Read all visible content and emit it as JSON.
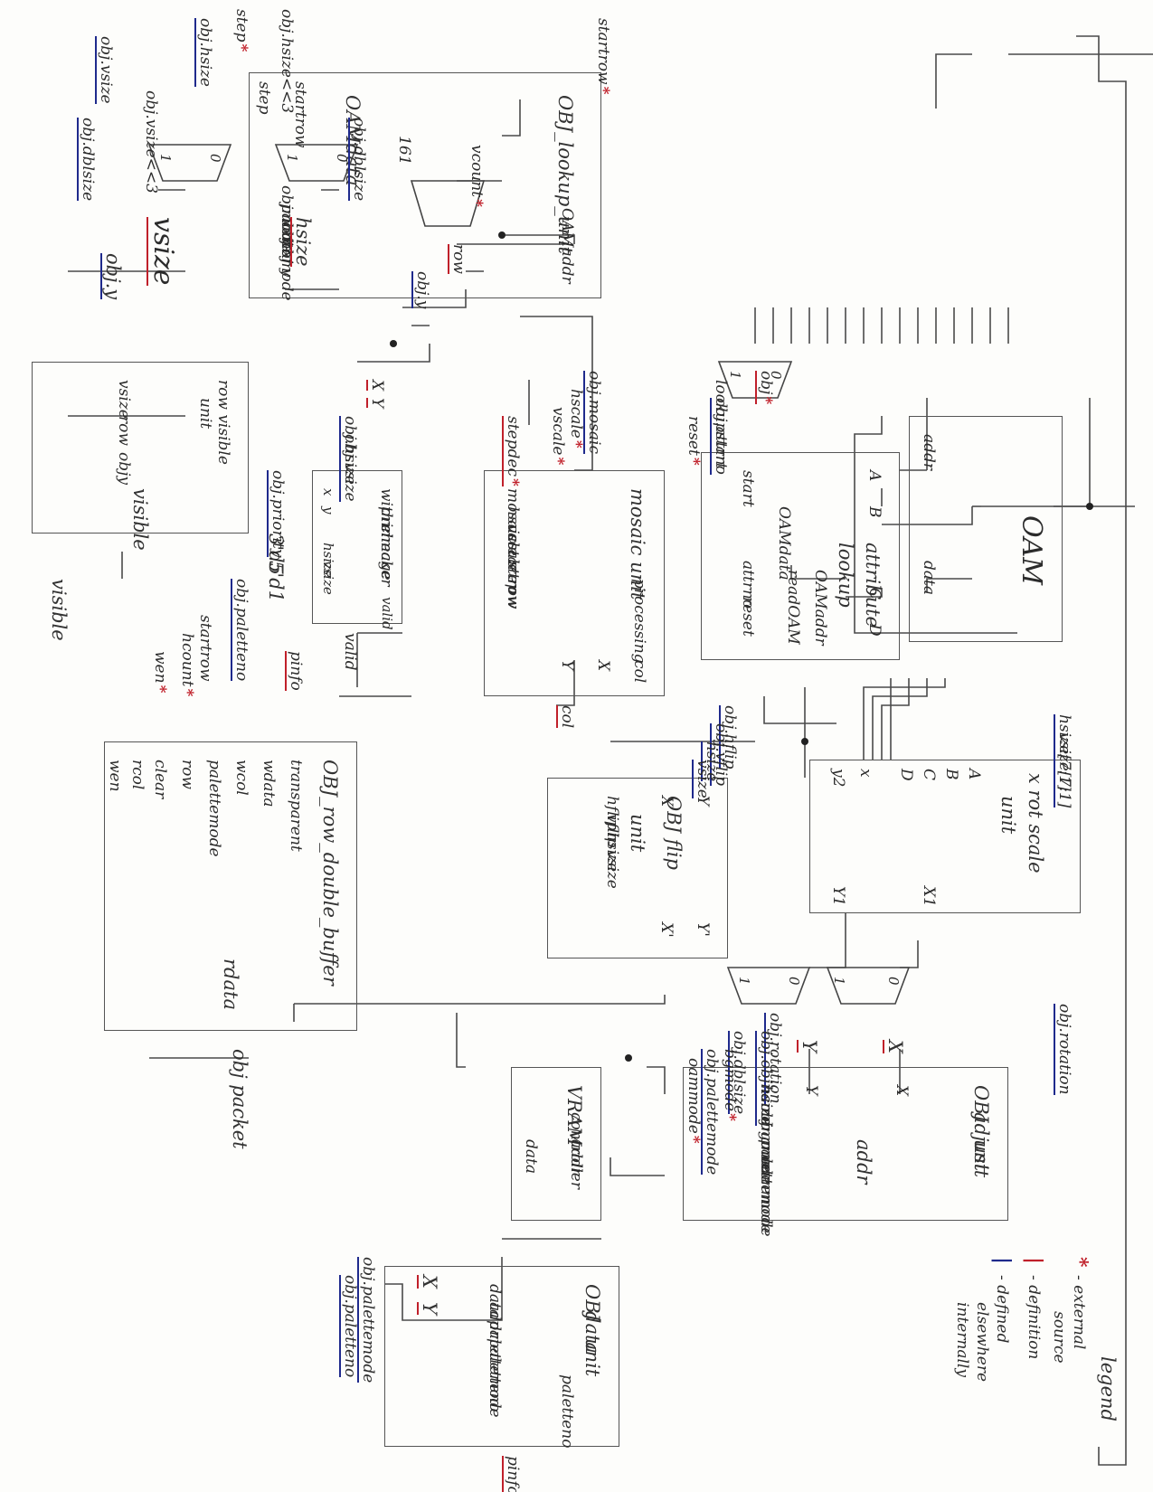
{
  "blocks": {
    "lookup": {
      "title": "OBJ_lookup_unit",
      "ports_left": [
        "startrow",
        "step"
      ],
      "ports_right": [
        "OAMdata",
        "OAMaddr"
      ],
      "outputs": [
        "objmode",
        "palettemode",
        "obj x",
        "obj y",
        "hsize",
        "vsize",
        "mosaic",
        "rotation",
        "dblsize",
        "hflip",
        "vflip",
        "attrno",
        "paletteno",
        "priority",
        "objnum"
      ]
    },
    "oam": {
      "title": "OAM",
      "ports": [
        "addr",
        "data"
      ]
    },
    "attr": {
      "title": "attribute",
      "title2": "lookup",
      "title3": "unit",
      "ports_left": [
        "start",
        "attrno",
        "reset"
      ],
      "ports_right": [
        "OAMdata",
        "OAMaddr",
        "readOAM"
      ],
      "outputs": [
        "A",
        "B",
        "C",
        "D"
      ]
    },
    "mosaic": {
      "title": "mosaic unit",
      "title2": "processing",
      "ports_left": [
        "mosaic",
        "hscale",
        "vscale",
        "startrow",
        "step",
        "row"
      ],
      "outputs": [
        "col",
        "X",
        "Y"
      ]
    },
    "within": {
      "title": "within",
      "title2": "preimage",
      "title3": "checker",
      "ports": [
        "x",
        "y",
        "hsize",
        "vsize"
      ],
      "out": "valid"
    },
    "rowvis": {
      "title": "row visible",
      "title2": "unit",
      "ports": [
        "vsize",
        "row",
        "objy"
      ],
      "out": "visible"
    },
    "xrot": {
      "title": "x rot scale",
      "title2": "unit",
      "ports": [
        "A",
        "B",
        "C",
        "D",
        "x",
        "y2"
      ],
      "outputs": [
        "X1",
        "Y1"
      ]
    },
    "flip": {
      "title": "OBJ flip",
      "title2": "unit",
      "ports": [
        "hflip",
        "vflip",
        "hsize",
        "vsize"
      ],
      "inputs": [
        "Y",
        "X"
      ],
      "outputs": [
        "Y'",
        "X'"
      ]
    },
    "buffer": {
      "title": "OBJ_row_double_buffer",
      "ports": [
        "transparent",
        "wdata",
        "wcol",
        "palettemode",
        "row",
        "clear",
        "rcol",
        "wen"
      ],
      "out": "rdata"
    },
    "adjust": {
      "title": "OBJ",
      "title2": "adjust",
      "title3": "unit",
      "ports": [
        "X",
        "Y",
        "hsize",
        "objname",
        "bgmode",
        "palettemode",
        "oammode"
      ],
      "out": "addr"
    },
    "vram": {
      "title": "VRAM",
      "title2": "controller",
      "ports": [
        "addr",
        "data"
      ]
    },
    "data": {
      "title": "OBJ",
      "title2": "data",
      "title3": "unit",
      "ports": [
        "data",
        "addr",
        "palettemode",
        "paletteno"
      ],
      "out": "paletteno"
    }
  },
  "signals": {
    "startrow_ext": "startrow",
    "step_ext": "step",
    "vcount": "vcount",
    "const161": "161",
    "row": "row",
    "obj_y": "obj.y",
    "obj_y2": "obj.y",
    "stepdec": "stepdec",
    "obj_vsize": "obj.vsize",
    "obj_hsize": "obj.hsize",
    "obj_vsizeB": "obj.vsize<<3",
    "obj_hsizeB": "obj.hsize<<3",
    "obj_dblsize1": "obj.dblsize",
    "obj_dblsize2": "obj.dblsize",
    "vsize": "vsize",
    "hsize": "hsize",
    "obj_mosaic": "obj.mosaic",
    "hscale": "hscale",
    "vscale": "vscale",
    "obj": "obj",
    "obj_attrno": "obj.attrno",
    "lookupstart": "lookupstart",
    "reset": "reset",
    "X": "X",
    "Y": "Y",
    "obj_hsize2": "obj.hsize",
    "obj_vsize2": "obj.vsize",
    "const385": "3'd5",
    "valid_txt": "valid",
    "col": "col",
    "obj_priority": "obj.priority",
    "obj_paletteno": "obj.paletteno",
    "startrow2": "startrow",
    "hcount": "hcount",
    "wen": "wen",
    "pinfo": "pinfo",
    "const51": "5'd1",
    "obj_objmode": "obj.objmode",
    "obj_hflip": "obj.hflip",
    "obj_vflip": "obj.vflip",
    "hsize3": "hsize",
    "vsize3": "vsize",
    "hsize_bits": "hsize[7:1]",
    "vsize_bits": "vsize[7:1]",
    "obj_rotation": "obj.rotation",
    "obj_rotation2": "obj.rotation",
    "obj_objname": "obj.objname",
    "obj_dblsize3": "obj.dblsize",
    "bgmode": "bgmode",
    "obj_palettemode": "obj.palettemode",
    "oammode": "oammode",
    "X2": "X",
    "Y2": "Y",
    "obj_palettemode2": "obj.palettemode",
    "obj_paletteno2": "obj.paletteno",
    "X3": "X",
    "Y3": "Y",
    "pinfo2": "pinfo",
    "obj_packet": "obj packet",
    "visible": "visible",
    "m0": "0",
    "m1": "1"
  },
  "legend": {
    "title": "legend",
    "items": [
      {
        "key": "*",
        "text": "- external",
        "text2": "source",
        "color": "#c0202a"
      },
      {
        "key": "|",
        "text": "- definition",
        "color": "#c0202a"
      },
      {
        "key": "|",
        "text": "- defined",
        "text2": "elsewhere",
        "text3": "internally",
        "color": "#1f2a8c"
      }
    ]
  },
  "colors": {
    "external": "#c0202a",
    "definition": "#c0202a",
    "internal": "#1f2a8c",
    "ink": "#444444"
  }
}
